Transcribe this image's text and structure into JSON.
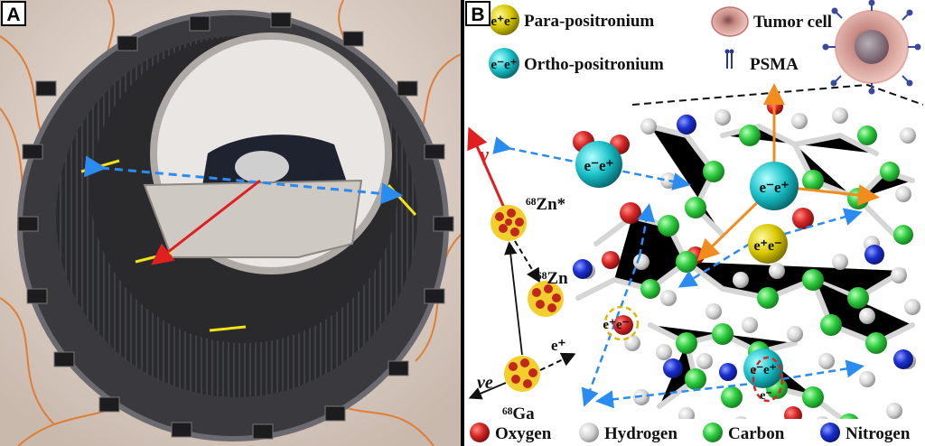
{
  "panel_a": {
    "label": "A"
  },
  "panel_b": {
    "label": "B",
    "legend_top": {
      "para_symbol": "e⁺e⁻",
      "para_label": "Para-positronium",
      "ortho_symbol": "e⁻e⁺",
      "ortho_label": "Ortho-positronium",
      "tumor_label": "Tumor cell",
      "psma_label": "PSMA"
    },
    "decay": {
      "gamma": "γ",
      "zn_excited": "⁶⁸Zn*",
      "zn": "⁶⁸Zn",
      "ga": "⁶⁸Ga",
      "positron": "e⁺",
      "neutrino": "νe"
    },
    "atoms_legend": {
      "oxygen": "Oxygen",
      "hydrogen": "Hydrogen",
      "carbon": "Carbon",
      "nitrogen": "Nitrogen"
    },
    "in_scene": {
      "ortho_left": "e⁻e⁺",
      "ortho_center": "e⁻e⁺",
      "para_center": "e⁺e⁻",
      "bound_left": "e⁺e⁻",
      "bound_lower": "e⁻e⁺",
      "electron_lower": "e⁻"
    }
  },
  "colors": {
    "oxygen": "#d62828",
    "hydrogen": "#d9d9d9",
    "carbon": "#2ecc40",
    "nitrogen": "#1a2fd0",
    "para": "#d8c800",
    "ortho": "#1ac0c8",
    "gamma": "#e02020",
    "blue_dash": "#2a8cf0",
    "orange": "#f28c1e"
  }
}
